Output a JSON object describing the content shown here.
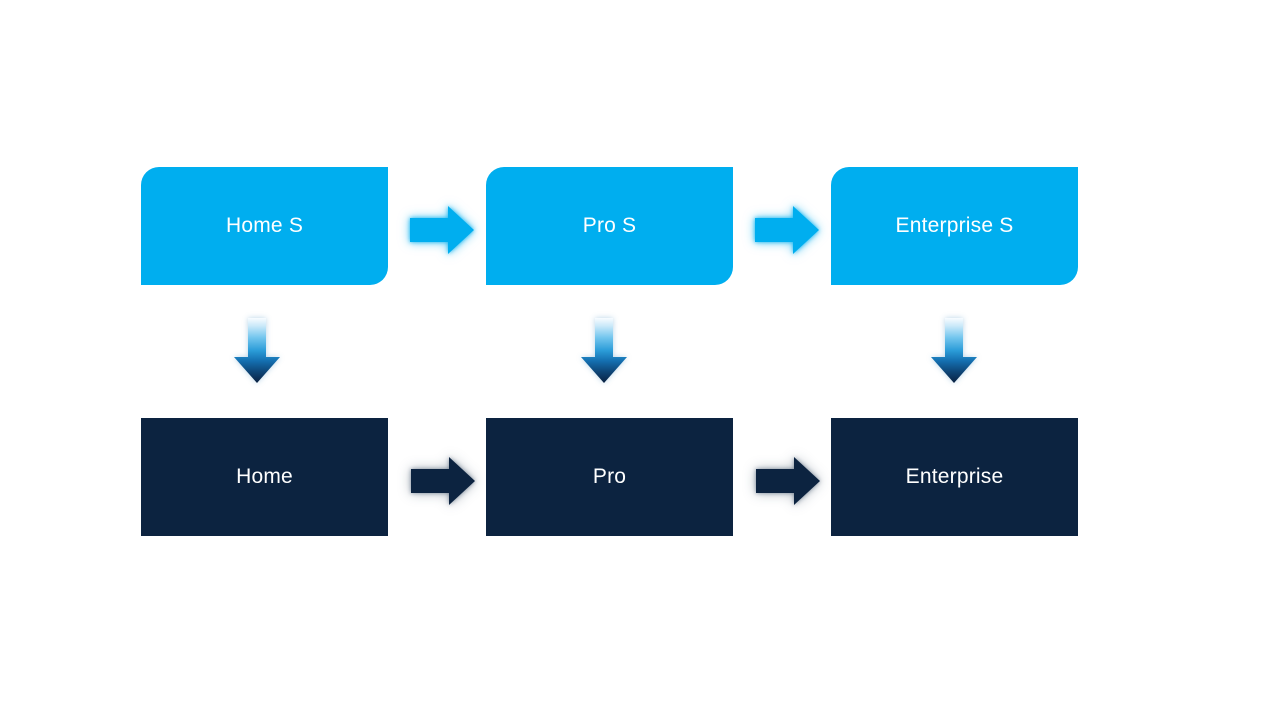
{
  "slide": {
    "background_color": "#FFFFFF",
    "columns": [
      {
        "top_label": "Home S",
        "bottom_label": "Home"
      },
      {
        "top_label": "Pro S",
        "bottom_label": "Pro"
      },
      {
        "top_label": "Enterprise S",
        "bottom_label": "Enterprise"
      }
    ],
    "colors": {
      "top_box_fill": "#00AEEF",
      "bottom_box_fill": "#0C2340",
      "label_text": "#FFFFFF",
      "down_arrow_gradient_top": "#F8FCFF",
      "down_arrow_gradient_mid": "#2B9CD8",
      "down_arrow_gradient_bottom": "#0A2040"
    },
    "icons": {
      "right_arrow": "➡",
      "down_arrow": "⬇"
    }
  }
}
